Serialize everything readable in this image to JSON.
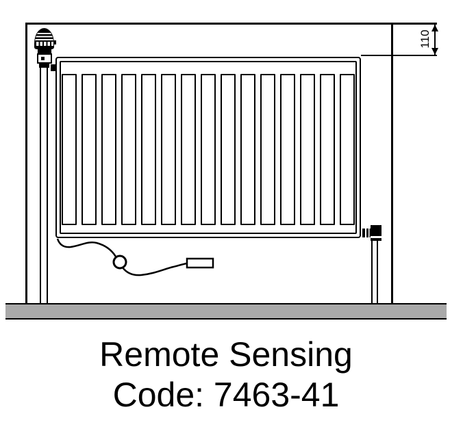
{
  "caption": {
    "line1": "Remote Sensing",
    "line2": "Code: 7463-41"
  },
  "dimension": {
    "label": "110"
  },
  "radiator": {
    "slat_count": 15
  },
  "colors": {
    "line": "#000000",
    "floor_fill": "#a9a9a9",
    "background": "#ffffff"
  }
}
